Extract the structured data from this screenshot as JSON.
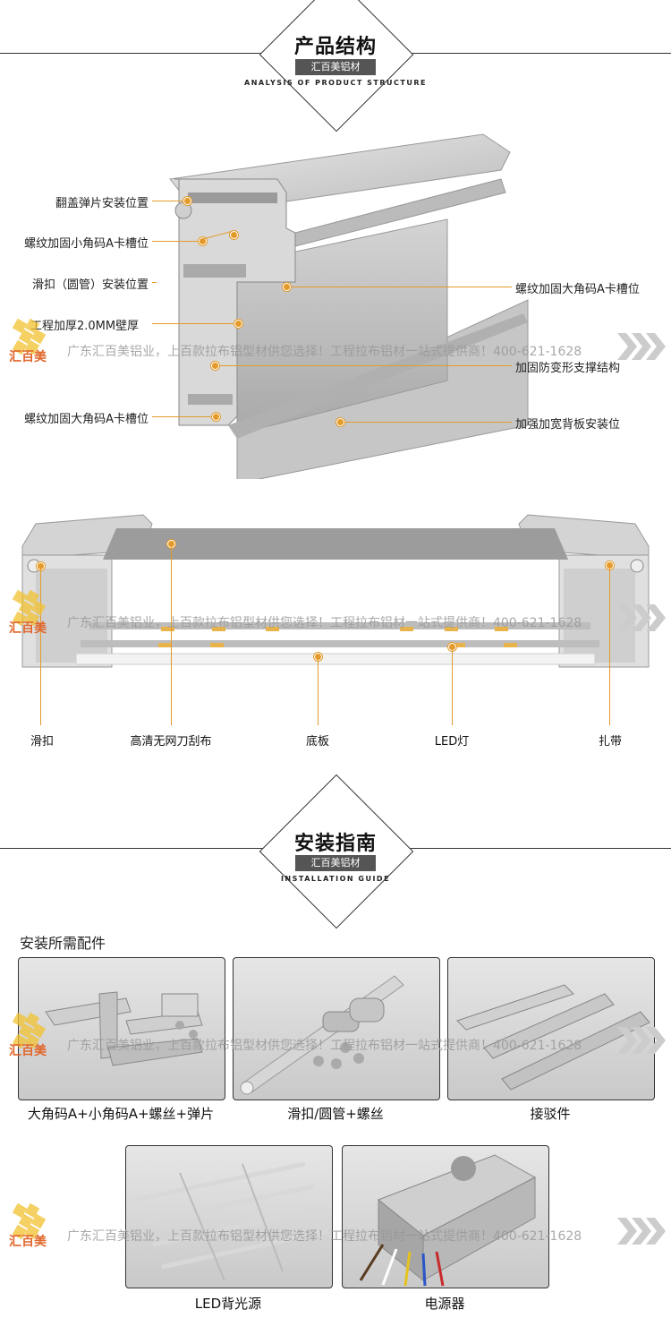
{
  "section1": {
    "title": "产品结构",
    "brand": "汇百美铝材",
    "subtitle": "ANALYSIS OF PRODUCT STRUCTURE"
  },
  "structure_labels_left": [
    "翻盖弹片安装位置",
    "螺纹加固小角码A卡槽位",
    "滑扣（圆管）安装位置",
    "工程加厚2.0MM壁厚",
    "螺纹加固大角码A卡槽位"
  ],
  "structure_labels_right": [
    "螺纹加固大角码A卡槽位",
    "加固防变形支撑结构",
    "加强加宽背板安装位"
  ],
  "section2_labels": [
    "滑扣",
    "高清无网刀刮布",
    "底板",
    "LED灯",
    "扎带"
  ],
  "section3": {
    "title": "安装指南",
    "brand": "汇百美铝材",
    "subtitle": "INSTALLATION GUIDE"
  },
  "accessories_heading": "安装所需配件",
  "accessories": [
    "大角码A+小角码A+螺丝+弹片",
    "滑扣/圆管+螺丝",
    "接驳件",
    "LED背光源",
    "电源器"
  ],
  "watermark": {
    "text": "广东汇百美铝业，上百款拉布铝型材供您选择！工程拉布铝材一站式提供商！400-621-1628",
    "logo_text": "汇百美"
  },
  "colors": {
    "accent": "#e39a2a",
    "brand_tag": "#555555",
    "logo": "#e0662a"
  }
}
